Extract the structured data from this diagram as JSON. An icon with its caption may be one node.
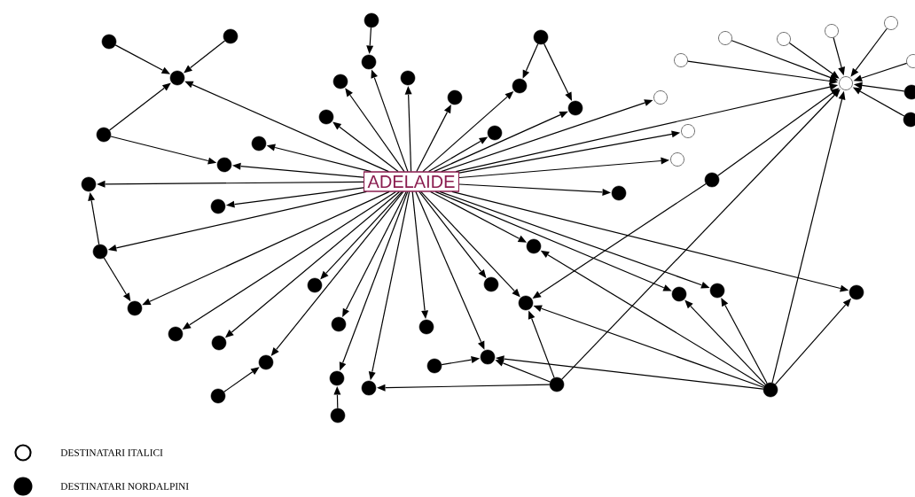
{
  "diagram": {
    "nodes": [
      {
        "text": [
          "ADELAIDE"
        ]
      },
      {
        "text": [],
        "shape": "circle"
      },
      {
        "text": [],
        "shape": "circle"
      },
      {
        "text": [],
        "shape": "circle"
      },
      {
        "text": [],
        "shape": "circle"
      },
      {
        "text": [],
        "shape": "circle"
      },
      {
        "text": [],
        "shape": "circle"
      },
      {
        "text": [],
        "shape": "circle"
      },
      {
        "text": [],
        "shape": "circle"
      },
      {
        "text": [],
        "shape": "circle"
      },
      {
        "text": [],
        "shape": "circle"
      },
      {
        "text": [],
        "shape": "circle"
      },
      {
        "text": [],
        "shape": "circle"
      },
      {
        "text": [],
        "shape": "circle"
      },
      {
        "text": [],
        "shape": "circle"
      },
      {
        "text": [],
        "shape": "circle"
      },
      {
        "text": [],
        "shape": "circle"
      },
      {
        "text": [],
        "shape": "circle"
      },
      {
        "text": [],
        "shape": "circle"
      },
      {
        "text": [],
        "shape": "circle"
      },
      {
        "text": [],
        "shape": "circle"
      },
      {
        "text": [],
        "shape": "circle"
      },
      {
        "text": [],
        "shape": "circle"
      },
      {
        "text": [],
        "shape": "circle"
      },
      {
        "text": [],
        "shape": "circle"
      },
      {
        "text": [],
        "shape": "circle"
      },
      {
        "text": [],
        "shape": "circle"
      },
      {
        "text": [],
        "shape": "circle"
      },
      {
        "text": [],
        "shape": "circle"
      },
      {
        "text": [],
        "shape": "circle"
      },
      {
        "text": [],
        "shape": "circle"
      },
      {
        "text": [],
        "shape": "circle"
      },
      {
        "text": [],
        "shape": "circle"
      },
      {
        "text": [],
        "shape": "circle"
      },
      {
        "text": [],
        "shape": "circle"
      },
      {
        "text": [],
        "shape": "circle"
      },
      {
        "text": [],
        "shape": "circle"
      },
      {
        "text": [],
        "shape": "circle"
      },
      {
        "text": [],
        "shape": "circle"
      },
      {
        "text": [],
        "shape": "circle"
      },
      {
        "text": [],
        "shape": "circle"
      },
      {
        "text": [],
        "shape": "circle"
      },
      {
        "text": [],
        "shape": "circle"
      },
      {
        "text": [],
        "shape": "circle"
      },
      {
        "text": [],
        "shape": "circle"
      },
      {
        "text": [],
        "shape": "circle"
      },
      {
        "text": [],
        "shape": "circle"
      },
      {
        "text": [],
        "shape": "circle"
      },
      {
        "text": [],
        "shape": "circle"
      },
      {
        "text": [],
        "shape": "circle"
      },
      {
        "text": [],
        "shape": "circle"
      },
      {
        "text": [],
        "shape": "circle"
      },
      {
        "text": [],
        "shape": "circle"
      },
      {
        "text": [],
        "shape": "circle"
      },
      {
        "text": [],
        "shape": "circle"
      }
    ],
    "edges": [
      {
        "from": 0,
        "to": 3,
        "arrow": "to"
      },
      {
        "from": 0,
        "to": 5,
        "arrow": "to"
      },
      {
        "from": 0,
        "to": 6,
        "arrow": "to"
      },
      {
        "from": 0,
        "to": 7,
        "arrow": "to"
      },
      {
        "from": 0,
        "to": 8,
        "arrow": "to"
      },
      {
        "from": 0,
        "to": 9,
        "arrow": "to"
      },
      {
        "from": 0,
        "to": 10,
        "arrow": "to"
      },
      {
        "from": 0,
        "to": 11,
        "arrow": "to"
      },
      {
        "from": 0,
        "to": 12,
        "arrow": "to"
      },
      {
        "from": 0,
        "to": 13,
        "arrow": "to"
      },
      {
        "from": 0,
        "to": 15,
        "arrow": "to"
      },
      {
        "from": 0,
        "to": 16,
        "arrow": "to"
      },
      {
        "from": 0,
        "to": 17,
        "arrow": "to"
      },
      {
        "from": 0,
        "to": 19,
        "arrow": "to"
      },
      {
        "from": 0,
        "to": 20,
        "arrow": "to"
      },
      {
        "from": 0,
        "to": 22,
        "arrow": "to"
      },
      {
        "from": 0,
        "to": 23,
        "arrow": "to"
      },
      {
        "from": 0,
        "to": 24,
        "arrow": "to"
      },
      {
        "from": 0,
        "to": 25,
        "arrow": "to"
      },
      {
        "from": 0,
        "to": 26,
        "arrow": "to"
      },
      {
        "from": 0,
        "to": 28,
        "arrow": "to"
      },
      {
        "from": 0,
        "to": 29,
        "arrow": "to"
      },
      {
        "from": 0,
        "to": 30,
        "arrow": "to"
      },
      {
        "from": 0,
        "to": 31,
        "arrow": "to"
      },
      {
        "from": 0,
        "to": 32,
        "arrow": "to"
      },
      {
        "from": 0,
        "to": 33,
        "arrow": "to"
      },
      {
        "from": 0,
        "to": 34,
        "arrow": "to"
      },
      {
        "from": 0,
        "to": 35,
        "arrow": "to"
      },
      {
        "from": 0,
        "to": 36,
        "arrow": "to"
      },
      {
        "from": 0,
        "to": 37,
        "arrow": "to"
      },
      {
        "from": 0,
        "to": 39,
        "arrow": "to"
      },
      {
        "from": 0,
        "to": 42,
        "arrow": "to"
      },
      {
        "from": 0,
        "to": 43,
        "arrow": "to"
      },
      {
        "from": 0,
        "to": 44,
        "arrow": "to"
      },
      {
        "from": 0,
        "to": 46,
        "arrow": "to"
      },
      {
        "from": 1,
        "to": 3,
        "arrow": "to"
      },
      {
        "from": 2,
        "to": 3,
        "arrow": "to"
      },
      {
        "from": 4,
        "to": 3,
        "arrow": "to"
      },
      {
        "from": 4,
        "to": 5,
        "arrow": "to"
      },
      {
        "from": 9,
        "to": 7,
        "arrow": "to"
      },
      {
        "from": 9,
        "to": 10,
        "arrow": "to"
      },
      {
        "from": 14,
        "to": 13,
        "arrow": "to"
      },
      {
        "from": 18,
        "to": 17,
        "arrow": "to"
      },
      {
        "from": 21,
        "to": 22,
        "arrow": "to"
      },
      {
        "from": 27,
        "to": 28,
        "arrow": "to"
      },
      {
        "from": 27,
        "to": 29,
        "arrow": "to"
      },
      {
        "from": 38,
        "to": 39,
        "arrow": "to"
      },
      {
        "from": 40,
        "to": 39,
        "arrow": "to"
      },
      {
        "from": 40,
        "to": 37,
        "arrow": "to"
      },
      {
        "from": 40,
        "to": 19,
        "arrow": "to"
      },
      {
        "from": 40,
        "to": 46,
        "arrow": "to"
      },
      {
        "from": 41,
        "to": 37,
        "arrow": "to"
      },
      {
        "from": 41,
        "to": 46,
        "arrow": "to"
      },
      {
        "from": 45,
        "to": 39,
        "arrow": "to"
      },
      {
        "from": 45,
        "to": 37,
        "arrow": "to"
      },
      {
        "from": 45,
        "to": 35,
        "arrow": "to"
      },
      {
        "from": 45,
        "to": 42,
        "arrow": "to"
      },
      {
        "from": 45,
        "to": 43,
        "arrow": "to"
      },
      {
        "from": 45,
        "to": 44,
        "arrow": "to"
      },
      {
        "from": 45,
        "to": 46,
        "arrow": "to"
      },
      {
        "from": 47,
        "to": 46,
        "arrow": "to"
      },
      {
        "from": 48,
        "to": 46,
        "arrow": "to"
      },
      {
        "from": 49,
        "to": 46,
        "arrow": "to"
      },
      {
        "from": 50,
        "to": 46,
        "arrow": "to"
      },
      {
        "from": 51,
        "to": 46,
        "arrow": "to"
      },
      {
        "from": 52,
        "to": 46,
        "arrow": "to"
      },
      {
        "from": 53,
        "to": 46,
        "arrow": "to"
      },
      {
        "from": 54,
        "to": 46,
        "arrow": "to"
      }
    ],
    "legend": [
      {
        "text": "DESTINATARI ITALICI"
      },
      {
        "text": "DESTINATARI NORDALPINI"
      }
    ]
  }
}
